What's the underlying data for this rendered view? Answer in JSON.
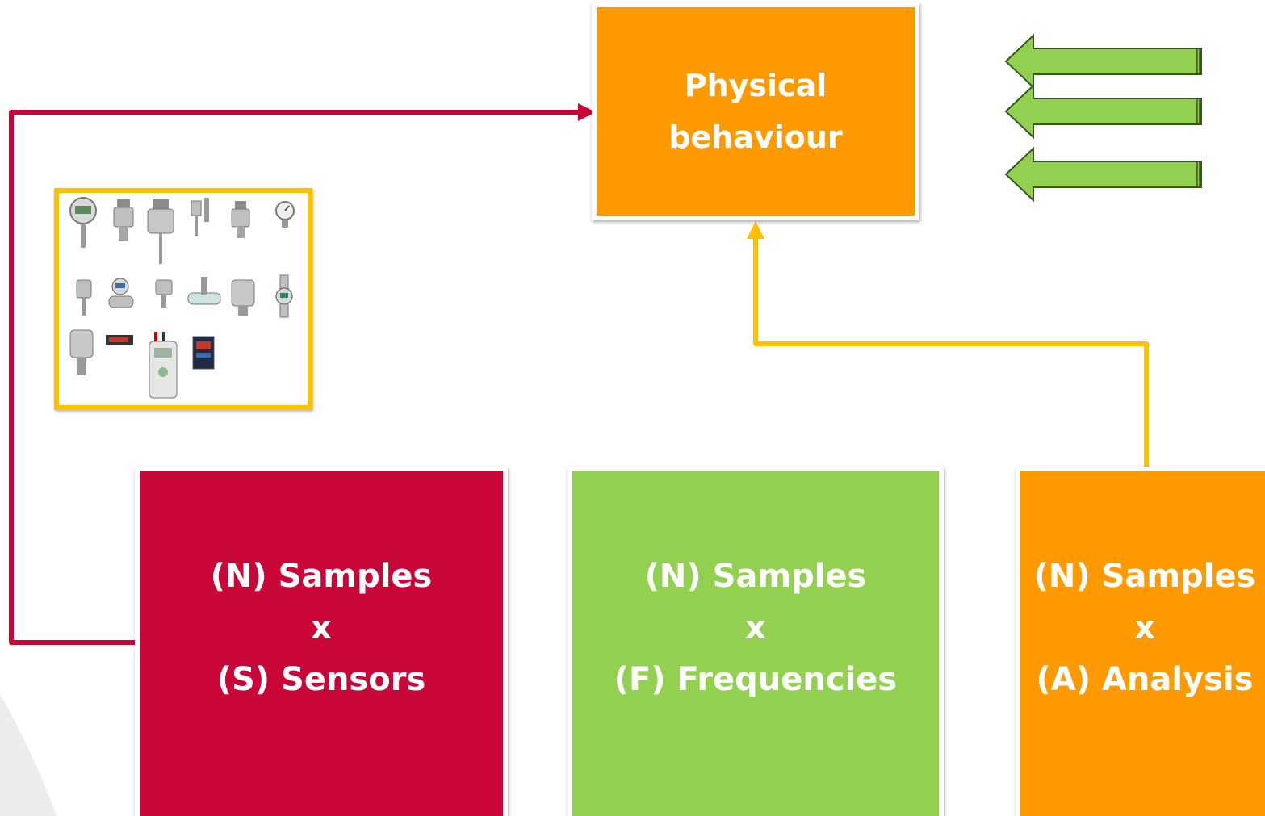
{
  "colors": {
    "crimson": "#c80638",
    "orange": "#ff9900",
    "green": "#92d050",
    "gold": "#ffc000",
    "arrow_outline": "#375623"
  },
  "physical_box": {
    "line1": "Physical",
    "line2": "behaviour"
  },
  "sensors_box": {
    "line1": "(N) Samples",
    "line2": "x",
    "line3": "(S) Sensors"
  },
  "frequencies_box": {
    "line1": "(N) Samples",
    "line2": "x",
    "line3": "(F) Frequencies"
  },
  "analysis_box": {
    "line1": "(N) Samples",
    "line2": "x",
    "line3": "(A) Analysis"
  },
  "sensor_panel": {
    "icon": "sensor-instruments-image"
  },
  "input_arrows": {
    "count": 3,
    "icon": "left-arrow-icon"
  }
}
